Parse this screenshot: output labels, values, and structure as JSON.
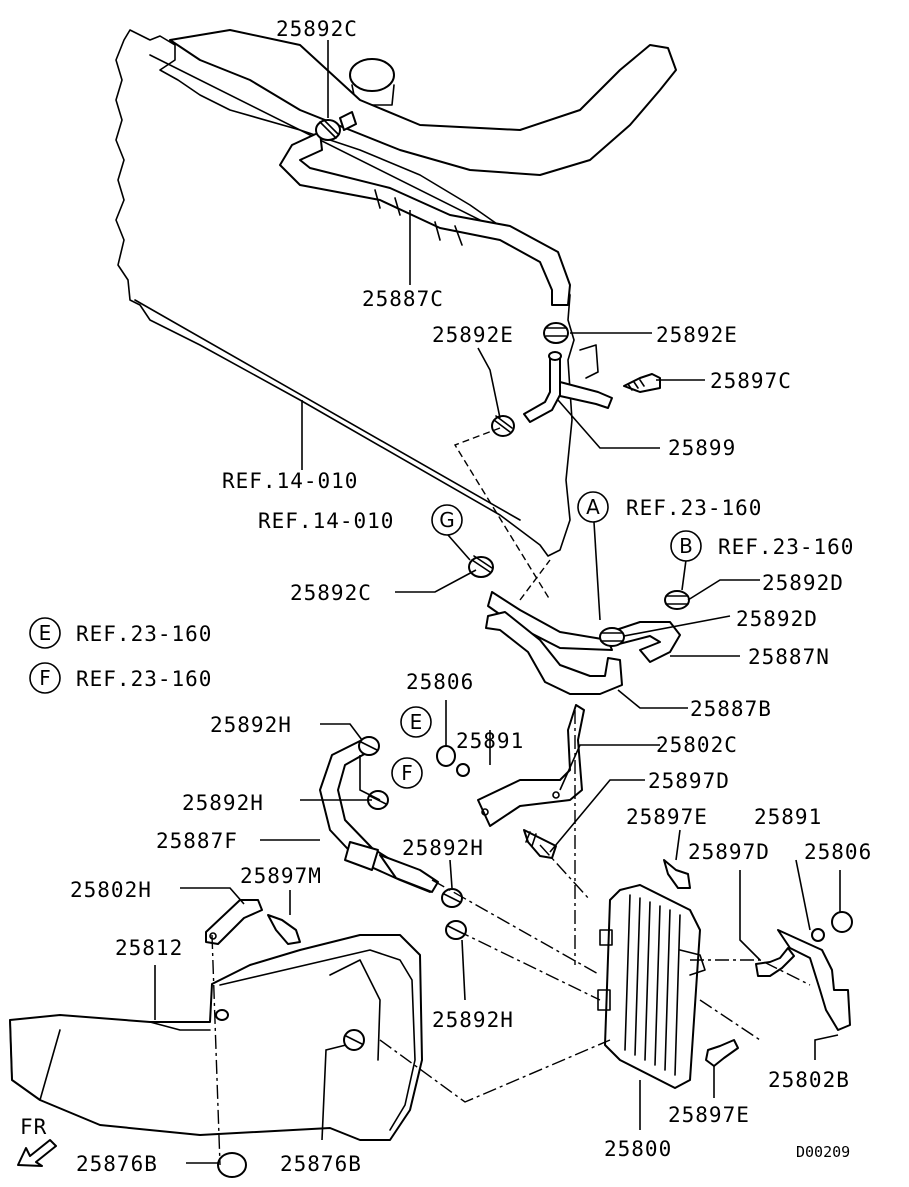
{
  "labels": {
    "l25892C_top": "25892C",
    "l25887C": "25887C",
    "l25892E_left": "25892E",
    "l25892E_right": "25892E",
    "l25897C": "25897C",
    "l25899": "25899",
    "lREF14_1": "REF.14-010",
    "lREF14_2": "REF.14-010",
    "lREF23_A": "REF.23-160",
    "lREF23_B": "REF.23-160",
    "lREF23_E": "REF.23-160",
    "lREF23_F": "REF.23-160",
    "l25892C_mid": "25892C",
    "l25892D_1": "25892D",
    "l25892D_2": "25892D",
    "l25887N": "25887N",
    "l25887B": "25887B",
    "l25806_mid": "25806",
    "l25891_mid": "25891",
    "l25802C": "25802C",
    "l25892H_1": "25892H",
    "l25897D_mid": "25897D",
    "l25892H_2": "25892H",
    "l25887F": "25887F",
    "l25892H_3": "25892H",
    "l25897E_top": "25897E",
    "l25891_right": "25891",
    "l25897D_right": "25897D",
    "l25806_right": "25806",
    "l25802H": "25802H",
    "l25897M": "25897M",
    "l25812": "25812",
    "l25892H_4": "25892H",
    "l25802B": "25802B",
    "l25897E_bot": "25897E",
    "l25876B_left": "25876B",
    "l25876B_right": "25876B",
    "l25800": "25800",
    "fr": "FR",
    "drawing_code": "D00209"
  },
  "callouts": {
    "A": "A",
    "B": "B",
    "E": "E",
    "F": "F",
    "G": "G",
    "E2": "E",
    "F2": "F"
  }
}
